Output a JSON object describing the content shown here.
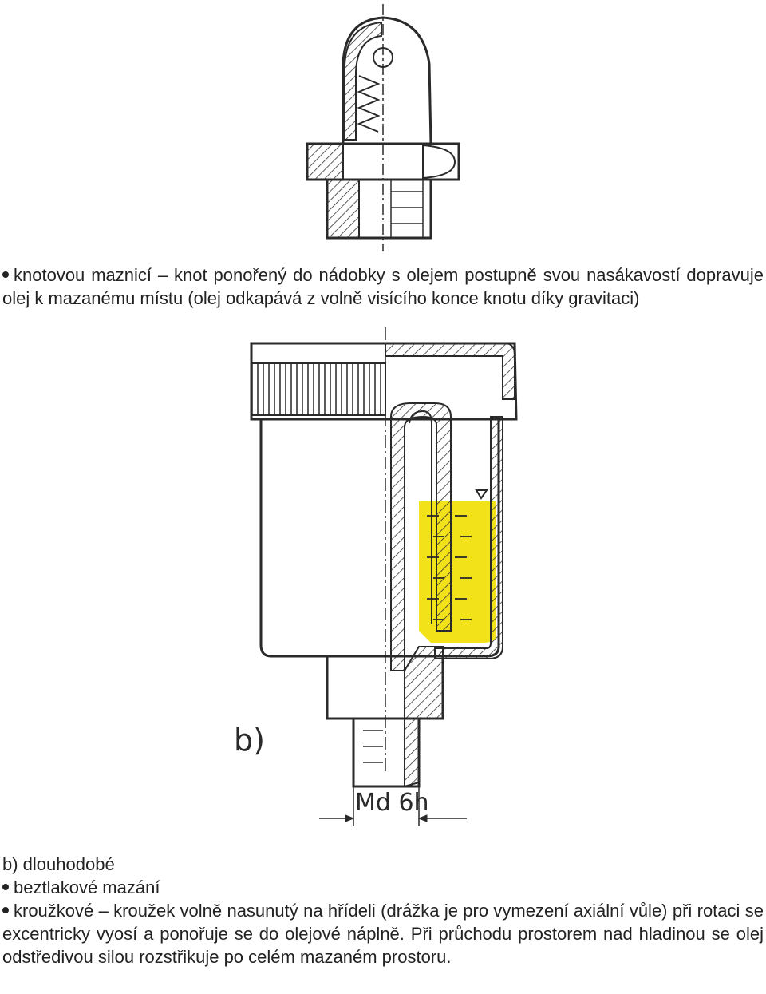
{
  "figure_b": {
    "label": "b)",
    "dimension": "Md 6h"
  },
  "paragraphs": {
    "knot": "knotovou maznicí – knot ponořený do nádobky s olejem postupně svou nasákavostí dopravuje olej k mazanému místu (olej odkapává z volně visícího konce knotu díky gravitaci)",
    "b_caption": "b) dlouhodobé",
    "pressureless": "beztlakové mazání",
    "ring": "kroužkové – kroužek volně nasunutý na hřídeli (drážka je pro vymezení axiální vůle) při rotaci se excentricky vyosí a ponořuje se do olejové náplně. Při průchodu prostorem nad hladinou se olej odstředivou silou rozstřikuje po celém mazaném prostoru."
  },
  "colors": {
    "oil": "#f2e21a",
    "ink": "#2a2a2a"
  }
}
